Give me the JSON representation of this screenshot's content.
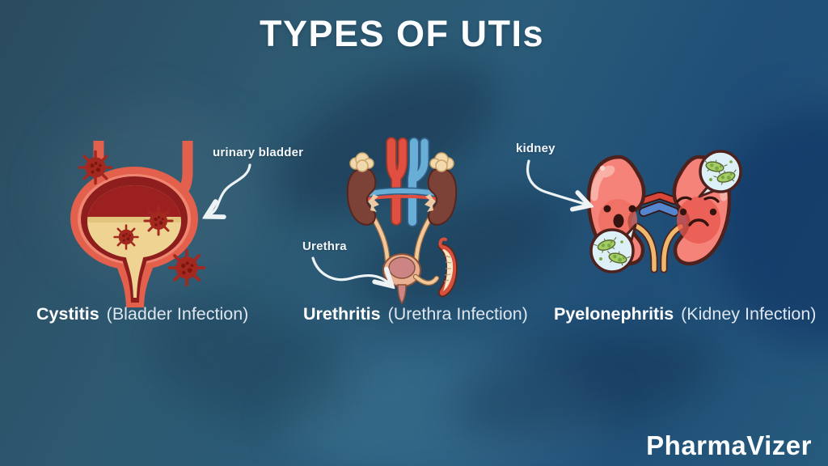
{
  "title": "TYPES OF UTIs",
  "brand": "PharmaVizer",
  "sections": [
    {
      "annotation": "urinary bladder",
      "term": "Cystitis",
      "subtitle": "(Bladder Infection)"
    },
    {
      "annotation": "Urethra",
      "term": "Urethritis",
      "subtitle": "(Urethra Infection)"
    },
    {
      "annotation": "kidney",
      "term": "Pyelonephritis",
      "subtitle": "(Kidney Infection)"
    }
  ],
  "colors": {
    "background_blue": "#25567a",
    "title_text": "#fbfdfe",
    "annotation_text": "#f2f6f9",
    "bladder_wall_red": "#e2604c",
    "bladder_rim_dark_red": "#8e1d1d",
    "urine_yellow": "#eed393",
    "germ_dark_red": "#a3281f",
    "kidney_brown": "#7d4237",
    "cartoon_kidney_pink": "#f5837a",
    "artery_red": "#e04f40",
    "vein_blue": "#68aed6",
    "ureter_tan": "#f0c89b",
    "bacteria_green": "#a5cd65",
    "speech_bubble": "#def0f7"
  }
}
